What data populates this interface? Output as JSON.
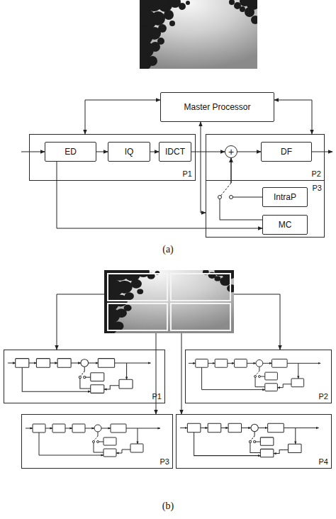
{
  "diagram": {
    "nodes": [
      {
        "text": [
          "Master Processor"
        ]
      },
      {
        "text": [
          "P1"
        ]
      },
      {
        "text": [
          "ED"
        ],
        "in": 1
      },
      {
        "text": [
          "IQ"
        ],
        "in": 1
      },
      {
        "text": [
          "IDCT"
        ],
        "in": 1
      },
      {
        "text": [
          "P2"
        ]
      },
      {
        "text": [
          "+"
        ],
        "in": 5
      },
      {
        "text": [
          "DF"
        ],
        "in": 5
      },
      {
        "text": [
          "P3"
        ]
      },
      {
        "text": [
          "IntraP"
        ],
        "in": 8
      },
      {
        "text": [
          "MC"
        ],
        "in": 8
      },
      {
        "text": [
          "P1"
        ]
      },
      {
        "text": [
          "P2"
        ]
      },
      {
        "text": [
          "P3"
        ]
      },
      {
        "text": [
          "P4"
        ]
      }
    ],
    "edges": [
      {
        "from": 0,
        "to": 1,
        "arrow": "both"
      },
      {
        "from": 0,
        "to": 5,
        "arrow": "both"
      },
      {
        "from": 0,
        "to": 8,
        "arrow": "both"
      },
      {
        "from": 2,
        "to": 3,
        "arrow": "to"
      },
      {
        "from": 3,
        "to": 4,
        "arrow": "to"
      },
      {
        "from": 4,
        "to": 6,
        "arrow": "to"
      },
      {
        "from": 6,
        "to": 7,
        "arrow": "to"
      },
      {
        "from": 9,
        "to": 6,
        "arrow": "to"
      },
      {
        "from": 10,
        "to": 6,
        "arrow": "to"
      },
      {
        "from": 2,
        "to": 10,
        "arrow": "to"
      }
    ],
    "labels": [
      "(a)",
      "(b)"
    ]
  }
}
